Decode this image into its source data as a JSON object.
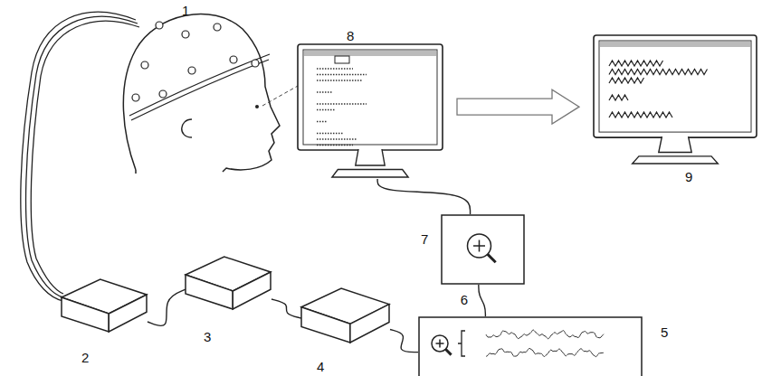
{
  "diagram": {
    "nodes": [
      {
        "text": [
          "2"
        ]
      },
      {
        "text": [
          "3"
        ]
      },
      {
        "text": [
          "4"
        ]
      },
      {
        "text": [
          "5"
        ]
      },
      {
        "text": [
          "7"
        ]
      },
      {
        "text": [
          "8"
        ]
      },
      {
        "text": [
          "9"
        ]
      }
    ],
    "edges": [
      {
        "from": 0,
        "to": 1,
        "arrow": "none"
      },
      {
        "from": 1,
        "to": 2,
        "arrow": "none"
      },
      {
        "from": 2,
        "to": 3,
        "arrow": "none"
      },
      {
        "from": 3,
        "to": 4,
        "arrow": "none",
        "label": "6"
      },
      {
        "from": 4,
        "to": 5,
        "arrow": "none"
      },
      {
        "from": 5,
        "to": 6,
        "arrow": "to"
      }
    ],
    "labels": [
      "1"
    ]
  }
}
